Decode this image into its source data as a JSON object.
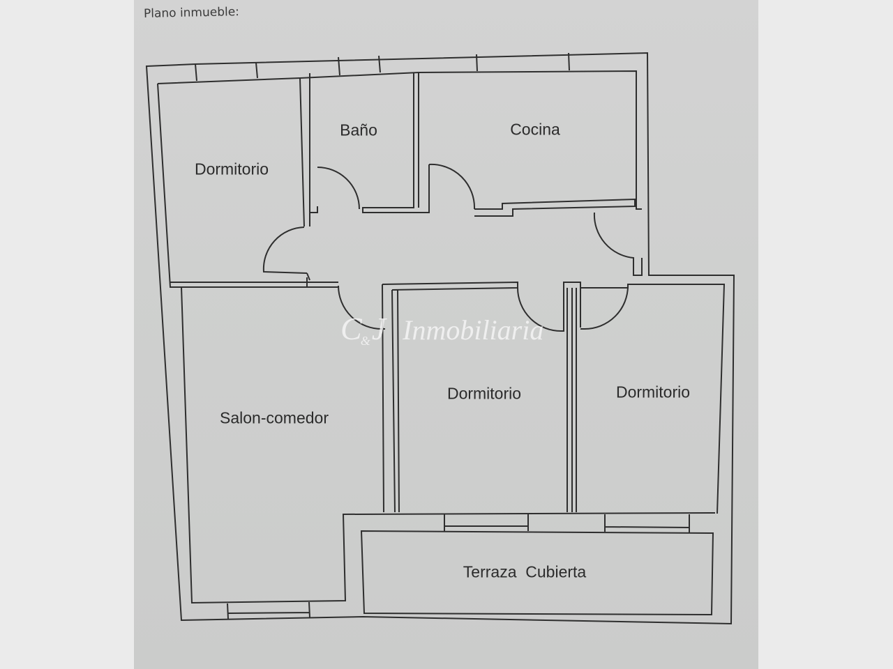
{
  "heading": "Plano inmueble:",
  "rooms": {
    "dormitorio_1": "Dormitorio",
    "bano": "Baño",
    "cocina": "Cocina",
    "salon": "Salon-comedor",
    "dormitorio_2": "Dormitorio",
    "dormitorio_3": "Dormitorio",
    "terraza": "Terraza  Cubierta"
  },
  "watermark": {
    "logo_c": "C",
    "logo_amp": "&",
    "logo_j": "J",
    "text": "Inmobiliaria"
  },
  "colors": {
    "background": "#ebebeb",
    "paper": "#cfd0cf",
    "line": "#2e2e2e",
    "text": "#2b2b2b",
    "watermark": "#f5f5f5"
  }
}
